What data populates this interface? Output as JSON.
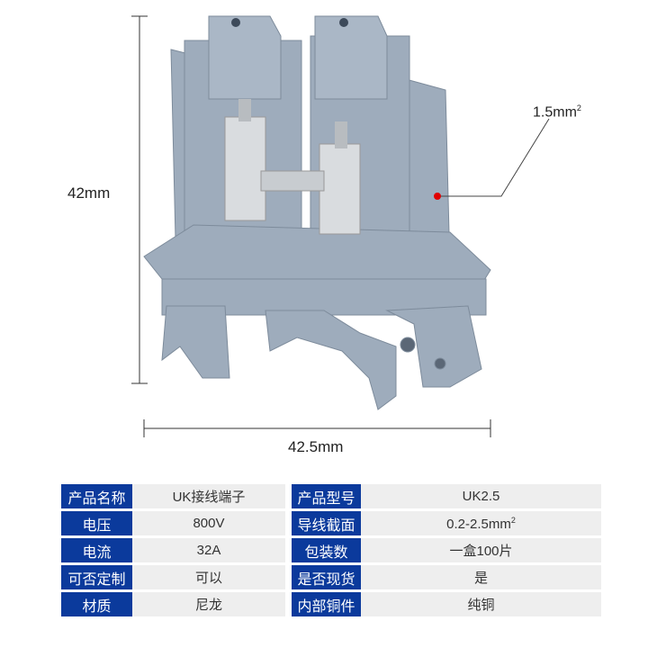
{
  "dimensions": {
    "height": "42mm",
    "width": "42.5mm"
  },
  "callout": {
    "value": "1.5mm",
    "superscript": "2"
  },
  "colors": {
    "product": "#9eacbc",
    "header_cell": "#0b3a9c",
    "value_cell": "#eeeeee",
    "callout_dot": "#e00000"
  },
  "spec_left": [
    {
      "label": "产品名称",
      "value": "UK接线端子"
    },
    {
      "label": "电压",
      "value": "800V"
    },
    {
      "label": "电流",
      "value": "32A"
    },
    {
      "label": "可否定制",
      "value": "可以"
    },
    {
      "label": "材质",
      "value": "尼龙"
    }
  ],
  "spec_right": [
    {
      "label": "产品型号",
      "value": "UK2.5"
    },
    {
      "label": "导线截面",
      "value": "0.2-2.5mm",
      "superscript": "2"
    },
    {
      "label": "包装数",
      "value": "一盒100片"
    },
    {
      "label": "是否现货",
      "value": "是"
    },
    {
      "label": "内部铜件",
      "value": "纯铜"
    }
  ]
}
